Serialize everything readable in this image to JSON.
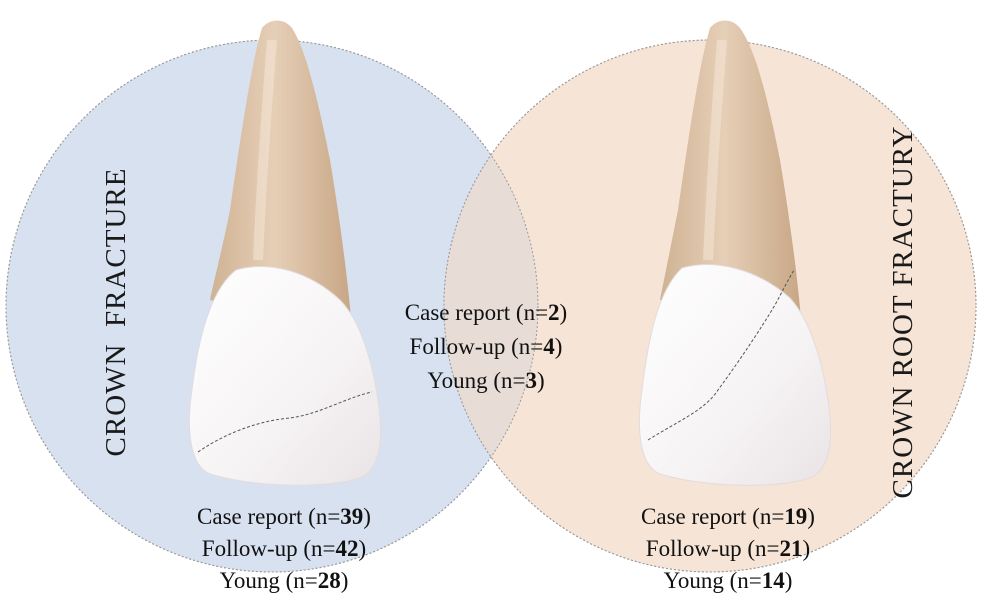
{
  "diagram": {
    "left_set": {
      "title": "CROWN  FRACTURE",
      "color": "#d7e1f0",
      "stats": [
        {
          "label": "Case report (n=",
          "value": "39",
          "close": ")"
        },
        {
          "label": "Follow-up (n=",
          "value": "42",
          "close": ")"
        },
        {
          "label": "Young (n=",
          "value": "28",
          "close": ")"
        }
      ]
    },
    "right_set": {
      "title": "CROWN ROOT FRACTURY",
      "color": "#f6e4d6",
      "stats": [
        {
          "label": "Case report (n=",
          "value": "19",
          "close": ")"
        },
        {
          "label": "Follow-up (n=",
          "value": "21",
          "close": ")"
        },
        {
          "label": "Young (n=",
          "value": "14",
          "close": ")"
        }
      ]
    },
    "overlap": {
      "color": "#e8dcd6",
      "stats": [
        {
          "label": "Case report (n=",
          "value": "2",
          "close": ")"
        },
        {
          "label": "Follow-up (n=",
          "value": "4",
          "close": ")"
        },
        {
          "label": "Young (n=",
          "value": "3",
          "close": ")"
        }
      ]
    },
    "colors": {
      "root": "#dcc1a4",
      "root_dark": "#c9aa8a",
      "crown": "#f7f4f5",
      "outline": "#8a8a8a"
    }
  }
}
